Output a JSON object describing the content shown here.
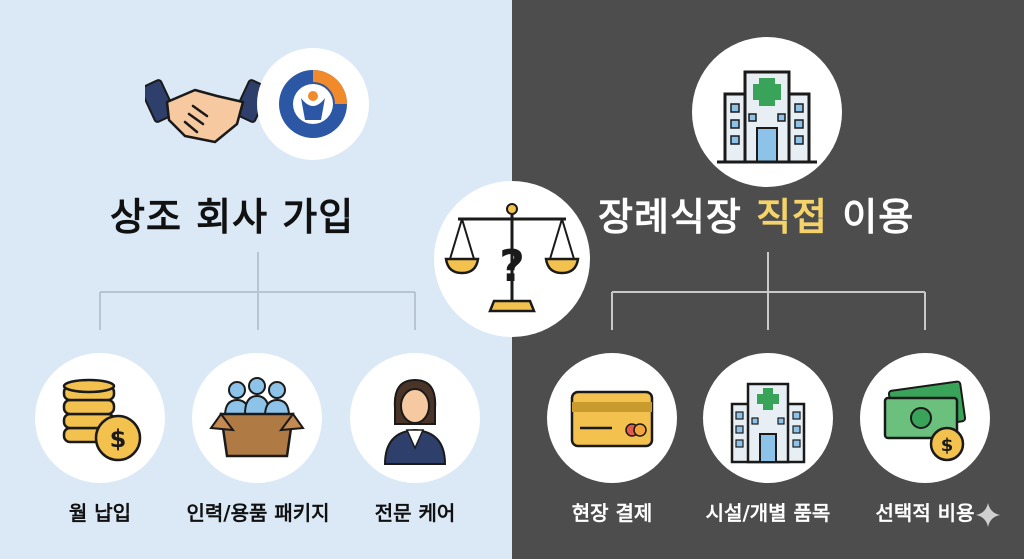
{
  "left": {
    "title": "상조 회사 가입",
    "top_icons": [
      "handshake-icon",
      "company-logo-icon"
    ],
    "items": [
      {
        "label": "월 납입",
        "icon": "coin-stack-icon"
      },
      {
        "label": "인력/용품 패키지",
        "icon": "people-box-icon"
      },
      {
        "label": "전문 케어",
        "icon": "professional-woman-icon"
      }
    ]
  },
  "right": {
    "title_pre": "장례식장 ",
    "title_highlight": "직접",
    "title_post": " 이용",
    "top_icon": "hospital-icon",
    "items": [
      {
        "label": "현장 결제",
        "icon": "credit-card-icon"
      },
      {
        "label": "시설/개별 품목",
        "icon": "hospital-icon"
      },
      {
        "label": "선택적 비용",
        "icon": "cash-icon"
      }
    ]
  },
  "center_icon": "scale-question-icon",
  "colors": {
    "left_bg": "#dbe9f7",
    "right_bg": "#4d4d4d",
    "highlight": "#f5d36b",
    "gold": "#f2c14e",
    "navy": "#2f3f6b",
    "green": "#3aa35a"
  }
}
